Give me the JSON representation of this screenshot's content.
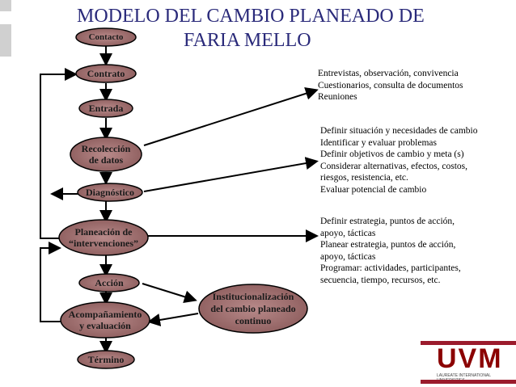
{
  "title": {
    "line1": "MODELO DEL CAMBIO  PLANEADO DE",
    "line2": "FARIA  MELLO"
  },
  "nodes": {
    "contacto": "Contacto",
    "contrato": "Contrato",
    "entrada": "Entrada",
    "recoleccion": "Recolección\nde datos",
    "diagnostico": "Diagnóstico",
    "planeacion": "Planeación de\n“intervenciones”",
    "accion": "Acción",
    "acompanamiento": "Acompañamiento\ny evaluación",
    "termino": "Término",
    "institucionalizacion": "Institucionalización\ndel cambio planeado\ncontinuo"
  },
  "notes": {
    "recoleccion": "Entrevistas, observación, convivencia\nCuestionarios, consulta de documentos\nReuniones",
    "diagnostico": "Definir situación y necesidades de cambio\nIdentificar y evaluar problemas\nDefinir objetivos de cambio y meta (s)\nConsiderar alternativas, efectos, costos,\nriesgos, resistencia, etc.\nEvaluar potencial de cambio",
    "planeacion": "Definir estrategia, puntos de acción,\napoyo, tácticas\nPlanear estrategia, puntos de acción,\napoyo, tácticas\nProgramar: actividades, participantes,\nsecuencia, tiempo, recursos, etc."
  },
  "logo": {
    "brand": "UVM",
    "tagline": "LAUREATE INTERNATIONAL UNIVERSITIES"
  },
  "colors": {
    "node_fill": "#a07070",
    "title": "#2a2a7a",
    "logo_red": "#9b1b2c"
  }
}
